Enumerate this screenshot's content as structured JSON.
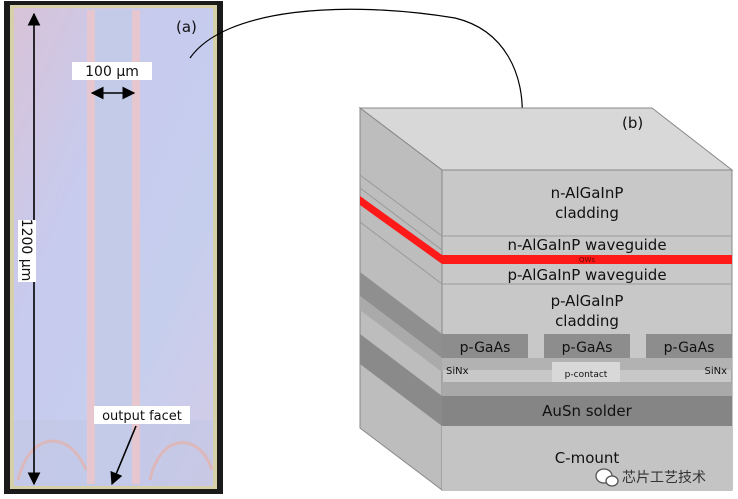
{
  "panel_a": {
    "tag": "(a)",
    "width_label": "100 μm",
    "length_label": "1200 μm",
    "facet_label": "output facet"
  },
  "panel_b": {
    "tag": "(b)",
    "layers": {
      "n_cladding_1": "n-AlGaInP",
      "n_cladding_2": "cladding",
      "n_waveguide": "n-AlGaInP waveguide",
      "qws": "QWs",
      "p_waveguide": "p-AlGaInP waveguide",
      "p_cladding_1": "p-AlGaInP",
      "p_cladding_2": "cladding",
      "cap": "p-GaAs",
      "sinx": "SiNx",
      "contact": "p-contact",
      "solder": "AuSn solder",
      "mount": "C-mount"
    }
  },
  "watermark": {
    "text": "芯片工艺技术",
    "icon": "wechat-icon"
  },
  "colors": {
    "chip_surface": "#c9ccec",
    "stripe": "#e8c6d2",
    "box_front": "#c7c7c7",
    "box_top": "#d6d6d6",
    "box_side": "#b9b9b9",
    "qw": "#ff1a1a",
    "cap_block": "#8c8c8c",
    "solder": "#858585"
  }
}
